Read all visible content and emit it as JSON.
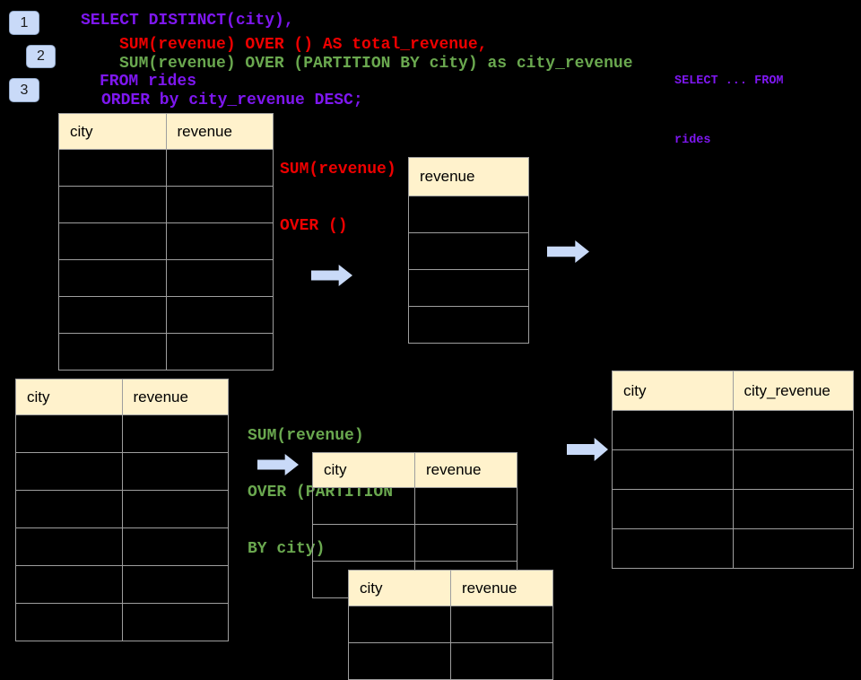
{
  "colors": {
    "background": "#000000",
    "purple": "#7E17F0",
    "red": "#EE0000",
    "green": "#6AA84F",
    "cream": "#FFF2CC",
    "blue": "#C9DAF8",
    "table_border": "#9E9E9E"
  },
  "badges": [
    {
      "label": "1"
    },
    {
      "label": "2"
    },
    {
      "label": "3"
    }
  ],
  "sql_code": {
    "lines": [
      {
        "text": "SELECT DISTINCT(city),",
        "color": "purple"
      },
      {
        "text": "SUM(revenue) OVER () AS total_revenue,",
        "color": "red"
      },
      {
        "text": "SUM(revenue) OVER (PARTITION BY city) as city_revenue",
        "color": "green"
      },
      {
        "text": "FROM rides",
        "color": "purple"
      },
      {
        "text": "ORDER by city_revenue DESC;",
        "color": "purple"
      }
    ]
  },
  "side_note": {
    "color": "purple",
    "lines": [
      "SELECT ... FROM",
      "rides"
    ]
  },
  "annotations": [
    {
      "id": "total",
      "color": "red",
      "lines": [
        "SUM(revenue)",
        "OVER ()"
      ]
    },
    {
      "id": "partition",
      "color": "green",
      "lines": [
        "SUM(revenue)",
        "OVER (PARTITION",
        "BY city)"
      ]
    }
  ],
  "tables": [
    {
      "id": "rides-source-top",
      "columns": [
        "city",
        "revenue"
      ],
      "empty_rows": 6
    },
    {
      "id": "total-revenue-result",
      "columns": [
        "revenue"
      ],
      "empty_rows": 4
    },
    {
      "id": "rides-source-bottom",
      "columns": [
        "city",
        "revenue"
      ],
      "empty_rows": 6
    },
    {
      "id": "partition-front",
      "columns": [
        "city",
        "revenue"
      ],
      "empty_rows": 3
    },
    {
      "id": "partition-back",
      "columns": [
        "city",
        "revenue"
      ],
      "empty_rows": 2
    },
    {
      "id": "city-revenue-result",
      "columns": [
        "city",
        "city_revenue"
      ],
      "empty_rows": 4
    }
  ]
}
